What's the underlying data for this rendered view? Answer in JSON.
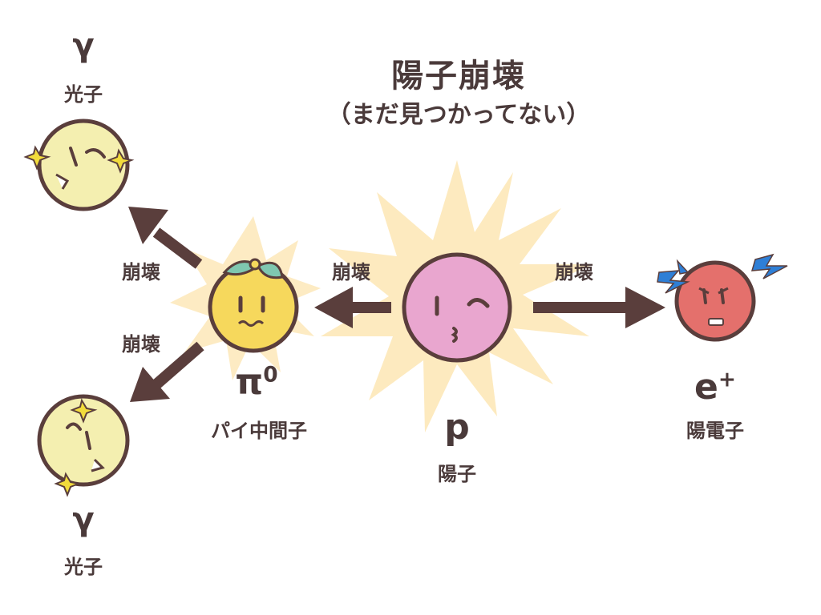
{
  "title": "陽子崩壊",
  "subtitle": "（まだ見つかってない）",
  "process_label": "崩壊",
  "particles": {
    "proton": {
      "symbol": "p",
      "name": "陽子",
      "color": "#e9a6cf"
    },
    "positron": {
      "symbol": "e",
      "superscript": "+",
      "name": "陽電子",
      "color": "#e4706c"
    },
    "pion": {
      "symbol": "π",
      "superscript": "0",
      "name": "パイ中間子",
      "color": "#f6d85c"
    },
    "photon_top": {
      "symbol": "γ",
      "name": "光子",
      "color": "#f4efb0"
    },
    "photon_bottom": {
      "symbol": "γ",
      "name": "光子",
      "color": "#f4efb0"
    }
  },
  "colors": {
    "text": "#4a3a3a",
    "arrow": "#5a3e3c",
    "burst": "#fde6b4",
    "spark": "#f2dc3c",
    "lightning": "#2f7fd6"
  },
  "icons": [
    "burst-glow-icon",
    "sparkle-icon",
    "lightning-icon",
    "leaf-icon"
  ]
}
